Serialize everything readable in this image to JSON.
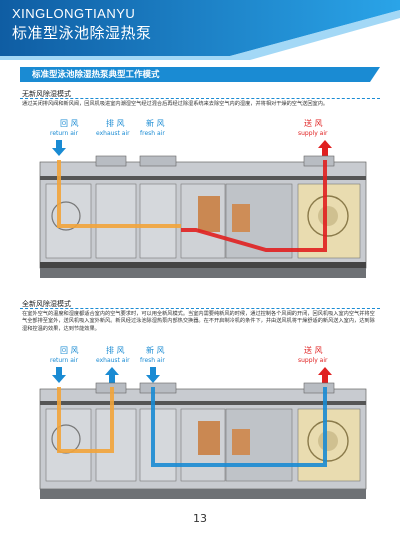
{
  "header": {
    "brand": "XINGLONGTIANYU",
    "title": "标准型泳池除湿热泵",
    "colors": {
      "primary": "#1a8bd3",
      "dark": "#0f4f8c"
    }
  },
  "section": {
    "title": "标准型泳池除湿热泵典型工作模式"
  },
  "mode1": {
    "title": "无新风除湿模式",
    "description": "通过关闭排风阀和新风阀，回风机吸进室内潮湿空气经过混合后再经过除湿系统来去除空气内的湿度，并将相对干燥的空气送回室内。",
    "labels": {
      "return_cn": "回 风",
      "return_en": "return air",
      "exhaust_cn": "排 风",
      "exhaust_en": "exhaust air",
      "fresh_cn": "新 风",
      "fresh_en": "fresh air",
      "supply_cn": "送 风",
      "supply_en": "supply air"
    }
  },
  "mode2": {
    "title": "全新风除湿模式",
    "description": "在室外空气的温度和湿度都适合室内的空气要求时，可以用全新风模式。当室内需要纯新风的时候，通过控制各个风阀的开闭，回风机吸入室内空气并将空气全部排至室外，送风机吸入室外新风。新风经过泳池除湿热泵内部热交换器。在不开启制冷机的条件下，并由送风机将干燥舒适的新风送入室内，达到除湿和控温的效果，达到节能效果。",
    "labels": {
      "return_cn": "回 风",
      "return_en": "return air",
      "exhaust_cn": "排 风",
      "exhaust_en": "exhaust air",
      "fresh_cn": "新 风",
      "fresh_en": "fresh air",
      "supply_cn": "送 风",
      "supply_en": "supply air"
    }
  },
  "footer": {
    "page_number": "13"
  }
}
